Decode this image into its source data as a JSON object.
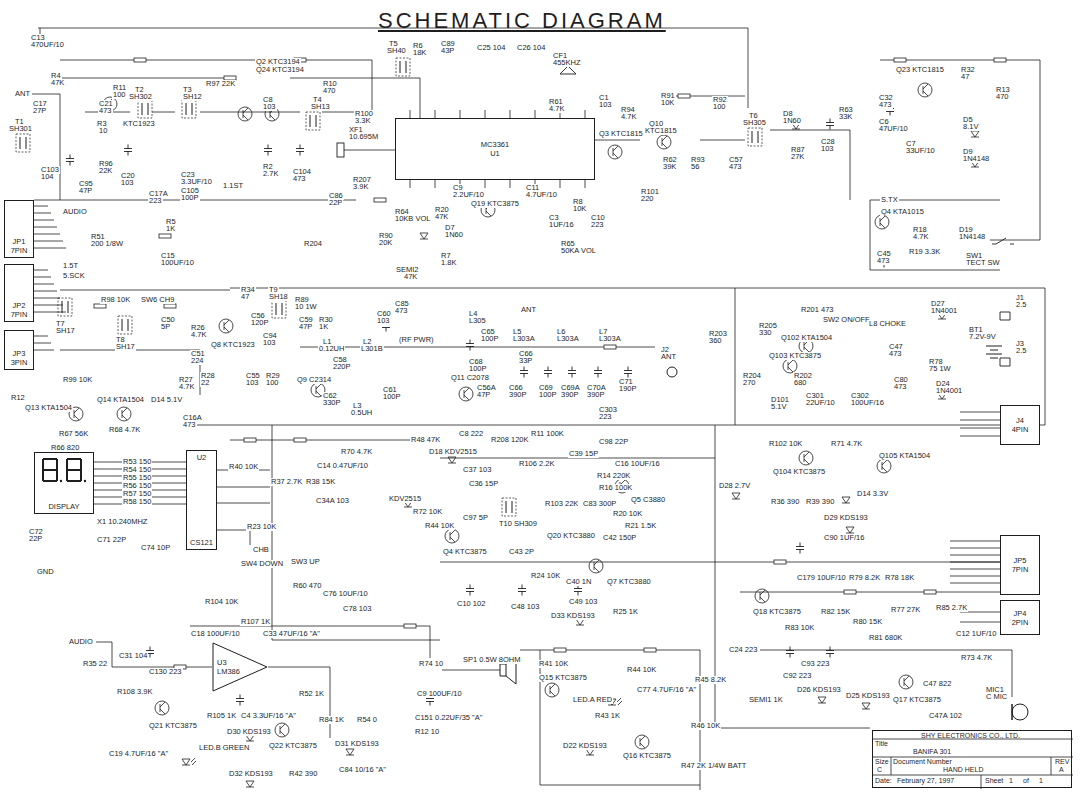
{
  "diagram": {
    "title": "SCHEMATIC DIAGRAM",
    "nodes": [
      {
        "text": [
          "JP1",
          "7PIN"
        ]
      },
      {
        "text": [
          "JP2",
          "7PIN"
        ]
      },
      {
        "text": [
          "JP3",
          "3PIN"
        ]
      },
      {
        "text": [
          "MC3361",
          "U1"
        ]
      },
      {
        "text": [
          "DISPLAY"
        ]
      },
      {
        "text": [
          "U2",
          "CS121"
        ]
      },
      {
        "text": [
          "U3",
          "LM386"
        ]
      },
      {
        "text": [
          "J4",
          "4PIN"
        ]
      },
      {
        "text": [
          "JP5",
          "7PIN"
        ]
      },
      {
        "text": [
          "JP4",
          "2PIN"
        ]
      },
      {
        "text": [
          "SHY ELECTRONICS CO., LTD.",
          "Title",
          "BANIFA 301",
          "Size",
          "Document Number",
          "REV",
          "C",
          "HAND HELD",
          "A",
          "Date:",
          "February 27, 1997",
          "Sheet",
          "1",
          "of",
          "1"
        ]
      }
    ],
    "labels": [
      "ANT",
      "C13",
      "470UF/10",
      "R4",
      "47K",
      "C17",
      "27P",
      "T1",
      "SH301",
      "C103",
      "104",
      "C21",
      "473",
      "R11",
      "100",
      "R3",
      "10",
      "KTC1923",
      "C95",
      "47P",
      "R96",
      "22K",
      "C20",
      "103",
      "T2",
      "SH302",
      "T3",
      "SH12",
      "R97 22K",
      "Q2 KTC3194",
      "Q24 KTC3194",
      "C8",
      "103",
      "T4",
      "SH13",
      "R10",
      "470",
      "C23",
      "3.3UF/10",
      "C105",
      "100P",
      "R2",
      "2.7K",
      "C104",
      "473",
      "1.1ST",
      "C17A",
      "223",
      "R100",
      "3.3K",
      "XF1",
      "10.695M",
      "R207",
      "3.9K",
      "C86",
      "22P",
      "T5",
      "SH40",
      "R6",
      "18K",
      "C89",
      "43P",
      "C25 104",
      "C26 104",
      "CF1",
      "455KHZ",
      "C1",
      "103",
      "R61",
      "4.7K",
      "R94",
      "4.7K",
      "R91",
      "10K",
      "Q3 KTC1815",
      "Q10",
      "KTC1815",
      "R92",
      "100",
      "T6",
      "SH305",
      "D8",
      "1N60",
      "R63",
      "33K",
      "C28",
      "103",
      "R87",
      "27K",
      "C57",
      "473",
      "R62",
      "39K",
      "R93",
      "56",
      "R101",
      "220",
      "C32",
      "473",
      "C6",
      "47UF/10",
      "Q23 KTC1815",
      "R32",
      "47",
      "R13",
      "470",
      "D5",
      "8.1V",
      "C7",
      "33UF/10",
      "D9",
      "1N4148",
      "S.TX",
      "Q4 KTA1015",
      "R18",
      "4.7K",
      "D19",
      "1N4148",
      "R19 3.3K",
      "SW1",
      "TECT SW",
      "C45",
      "473",
      "C9",
      "2.2UF/10",
      "Q19 KTC3875",
      "C11",
      "4.7UF/10",
      "R8",
      "10K",
      "C3",
      "1UF/16",
      "C10",
      "223",
      "R64",
      "10KB VOL",
      "R20",
      "47K",
      "D7",
      "1N60",
      "R90",
      "20K",
      "R7",
      "1.8K",
      "R65",
      "50KA VOL",
      "SEMI2",
      "47K",
      "R204",
      "R51",
      "200 1/8W",
      "R5",
      "1K",
      "C15",
      "100UF/10",
      "AUDIO",
      "1.5T",
      "5.SCK",
      "R98 10K",
      "SW6 CH9",
      "C50",
      "5P",
      "T7",
      "SH17",
      "T8",
      "SH17",
      "R26",
      "4.7K",
      "C51",
      "224",
      "Q8 KTC1923",
      "R34",
      "47",
      "T9",
      "SH18",
      "C56",
      "120P",
      "C94",
      "103",
      "R28",
      "22",
      "C55",
      "103",
      "R29",
      "100",
      "R89",
      "10 1W",
      "C59",
      "47P",
      "R30",
      "1K",
      "C60",
      "103",
      "C85",
      "473",
      "L1",
      "0.12UH",
      "L2",
      "L301B",
      "C58",
      "220P",
      "Q9 C2314",
      "C62",
      "330P",
      "L3",
      "0.5UH",
      "(RF PWR)",
      "Q11 C2078",
      "C61",
      "100P",
      "L4",
      "L305",
      "ANT",
      "C65",
      "100P",
      "L5",
      "L303A",
      "L6",
      "L303A",
      "L7",
      "L303A",
      "C66",
      "33P",
      "C68",
      "100P",
      "C56A",
      "47P",
      "C66",
      "390P",
      "C69",
      "100P",
      "C69A",
      "390P",
      "C70A",
      "390P",
      "C71",
      "190P",
      "J2",
      "ANT",
      "C303",
      "223",
      "R203",
      "360",
      "R205",
      "330",
      "Q102 KTA1504",
      "R201",
      "473",
      "Q103 KTC3875",
      "R204",
      "270",
      "R202",
      "680",
      "D101",
      "5.1V",
      "C301",
      "22UF/10",
      "C302",
      "100UF/16",
      "SW2 ON/OFF",
      "L8 CHOKE",
      "D27",
      "1N4001",
      "C47",
      "473",
      "R78",
      "75 1W",
      "D24",
      "1N4001",
      "C80",
      "473",
      "BT1",
      "7.2V-9V",
      "J1",
      "2.5",
      "J3",
      "2.5",
      "R12",
      "Q13 KTA1504",
      "R99 10K",
      "Q14 KTA1504",
      "R27",
      "4.7K",
      "D14 5.1V",
      "C16A",
      "473",
      "R66 820",
      "R67 56K",
      "R68 4.7K",
      "R53 150",
      "R54 150",
      "R55 150",
      "R56 150",
      "R57 150",
      "R58 150",
      "X1 10.240MHZ",
      "C72",
      "22P",
      "C71 22P",
      "C74 10P",
      "GND",
      "R40 10K",
      "R37 2.7K",
      "R38 15K",
      "C14 0.47UF/10",
      "R70 4.7K",
      "C34A 103",
      "R23 10K",
      "CHB",
      "SW4 DOWN",
      "SW3 UP",
      "R60 470",
      "C76 10UF/10",
      "C78 103",
      "KDV2515",
      "R72 10K",
      "R48 47K",
      "D18 KDV2515",
      "C8 222",
      "R208 120K",
      "R11 100K",
      "C37 103",
      "C36 15P",
      "R106 2.2K",
      "C39 15P",
      "C98 22P",
      "C16 10UF/16",
      "R14 220K",
      "R16 100K",
      "R103 22K",
      "C83 300P",
      "R20 10K",
      "R21 1.5K",
      "Q5 C3880",
      "Q20 KTC3880",
      "C42 150P",
      "T10 SH309",
      "C97 5P",
      "R44 10K",
      "Q4 KTC3875",
      "C43 2P",
      "R24 10K",
      "C40 1N",
      "Q7 KTC3880",
      "R25 1K",
      "C10 102",
      "C48 103",
      "C49 103",
      "D33 KDS193",
      "R102 10K",
      "R71 4.7K",
      "Q105 KTA1504",
      "Q104 KTC3875",
      "D28 2.7V",
      "R36 390",
      "R39 390",
      "D14 3.3V",
      "D29 KDS193",
      "C90 1UF/16",
      "C179 10UF/10",
      "Q18 KTC3875",
      "R83 10K",
      "R82 15K",
      "R79 8.2K",
      "R78 18K",
      "R80 15K",
      "R81 680K",
      "R77 27K",
      "R85 2.7K",
      "C12 1UF/10",
      "R73 4.7K",
      "C47 822",
      "MIC1",
      "C MIC",
      "Q17 KTC3875",
      "C47A 102",
      "C24 223",
      "C93 223",
      "C92 223",
      "D26 KDS193",
      "D25 KDS193",
      "SEMI1 1K",
      "AUDIO",
      "R104 10K",
      "C18 100UF/10",
      "R107 1K",
      "C33 47UF/16 \"A\"",
      "C31 104",
      "R35 22",
      "C130 223",
      "R108 3.9K",
      "Q21 KTC3875",
      "C19 4.7UF/16 \"A\"",
      "R105 1K",
      "C4 3.3UF/16 \"A\"",
      "R52 1K",
      "R84 1K",
      "R54 0",
      "D30 KDS193",
      "LED.B GREEN",
      "Q22 KTC3875",
      "D31 KDS193",
      "D32 KDS193",
      "R42 390",
      "C84 10/16 \"A\"",
      "R74 10",
      "SP1 0.5W 8OHM",
      "C9 100UF/10",
      "C151 0.22UF/35 \"A\"",
      "R12 10",
      "R41 10K",
      "Q15 KTC3875",
      "LED.A RED",
      "R43 1K",
      "D22 KDS193",
      "R44 10K",
      "C77 4.7UF/16 \"A\"",
      "R45 8.2K",
      "R46 10K",
      "Q16 KTC3875",
      "R47 2K 1/4W BATT"
    ]
  }
}
